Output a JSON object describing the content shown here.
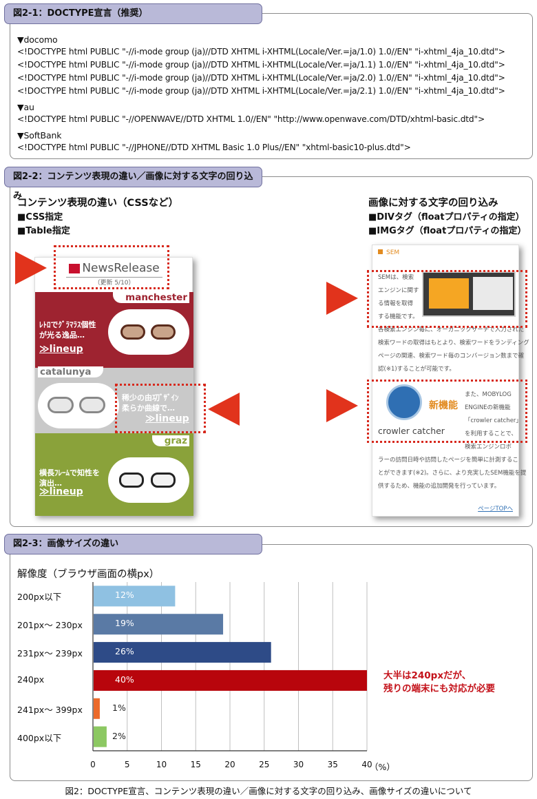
{
  "fig1": {
    "tab": "図2-1：DOCTYPE宣言（推奨）",
    "docomo_label": "▼docomo",
    "docomo_lines": [
      "<!DOCTYPE html PUBLIC \"-//i-mode group (ja)//DTD XHTML i-XHTML(Locale/Ver.=ja/1.0) 1.0//EN\" \"i-xhtml_4ja_10.dtd\">",
      "<!DOCTYPE html PUBLIC \"-//i-mode group (ja)//DTD XHTML i-XHTML(Locale/Ver.=ja/1.1) 1.0//EN\" \"i-xhtml_4ja_10.dtd\">",
      "<!DOCTYPE html PUBLIC \"-//i-mode group (ja)//DTD XHTML i-XHTML(Locale/Ver.=ja/2.0) 1.0//EN\" \"i-xhtml_4ja_10.dtd\">",
      "<!DOCTYPE html PUBLIC \"-//i-mode group (ja)//DTD XHTML i-XHTML(Locale/Ver.=ja/2.1) 1.0//EN\" \"i-xhtml_4ja_10.dtd\">"
    ],
    "au_label": "▼au",
    "au_line": "<!DOCTYPE html PUBLIC \"-//OPENWAVE//DTD XHTML 1.0//EN\" \"http://www.openwave.com/DTD/xhtml-basic.dtd\">",
    "softbank_label": "▼SoftBank",
    "softbank_line": "<!DOCTYPE html PUBLIC \"-//JPHONE//DTD XHTML Basic 1.0 Plus//EN\" \"xhtml-basic10-plus.dtd\">"
  },
  "fig2": {
    "tab": "図2-2：コンテンツ表現の違い／画像に対する文字の回り込み",
    "left_title": "コンテンツ表現の違い（CSSなど）",
    "left_items": [
      "CSS指定",
      "Table指定"
    ],
    "right_title": "画像に対する文字の回り込み",
    "right_items": [
      "DIVタグ（floatプロパティの指定）",
      "IMGタグ（floatプロパティの指定）"
    ],
    "phone": {
      "logo": "NewsRelease",
      "logo_sub": "（更新 5/10）",
      "bands": [
        {
          "label": "manchester",
          "text1": "ﾚﾄﾛでｸﾞﾗﾏﾗｽ個性",
          "text2": "が光る逸品…",
          "lineup": "≫lineup"
        },
        {
          "label": "catalunya",
          "text1": "稀少の由㓛ﾞｻﾞｲﾝ",
          "text2": "柔らか曲線で…",
          "lineup": "≫lineup"
        },
        {
          "label": "graz",
          "text1": "横長ﾌﾚｰﾑで知性を",
          "text2": "演出…",
          "lineup": "≫lineup"
        }
      ]
    },
    "page": {
      "sem_label": "SEM",
      "sem_lines": [
        "SEMは、検索",
        "エンジンに関す",
        "る情報を取得",
        "する機能です。",
        "各検索エンジン毎に、オーガニックサーチで入力された",
        "検索ワードの取得はもとより、検索ワードをランディング",
        "ページの関連、検索ワード毎のコンバージョン数まで確",
        "認(※1)することが可能です。"
      ],
      "new_feature": "新機能",
      "crawler": "crowler catcher",
      "side_lines": [
        "また、MOBYLOG",
        "ENGINEの新機能",
        "「crowler catcher」",
        "を利用することで、",
        "検索エンジンロボ"
      ],
      "body_lines": [
        "ラーの訪問日時や訪問したページを簡単に計測するこ",
        "とができます(※2)。さらに、より充実したSEM機能を提",
        "供するため、機能の追加開発を行っています。"
      ],
      "pagetop": "ページTOPへ"
    }
  },
  "fig3": {
    "tab": "図2-3：画像サイズの違い",
    "note_line1": "大半は240pxだが、",
    "note_line2": "残りの端末にも対応が必要"
  },
  "chart_data": {
    "type": "bar",
    "orientation": "horizontal",
    "title": "解像度（ブラウザ画面の横px）",
    "categories": [
      "200px以下",
      "201px～ 230px",
      "231px～ 239px",
      "240px",
      "241px～ 399px",
      "400px以下"
    ],
    "values": [
      12,
      19,
      26,
      40,
      1,
      2
    ],
    "value_labels": [
      "12%",
      "19%",
      "26%",
      "40%",
      "1%",
      "2%"
    ],
    "colors": [
      "#8fc1e2",
      "#5a7aa5",
      "#2e4b87",
      "#b8050c",
      "#ec6a2a",
      "#8cc862"
    ],
    "xlim": [
      0,
      40
    ],
    "xticks": [
      0,
      5,
      10,
      15,
      20,
      25,
      30,
      35,
      40
    ],
    "x_unit": "（%）",
    "grid": true
  },
  "caption": "図2：DOCTYPE宣言、コンテンツ表現の違い／画像に対する文字の回り込み、画像サイズの違いについて"
}
